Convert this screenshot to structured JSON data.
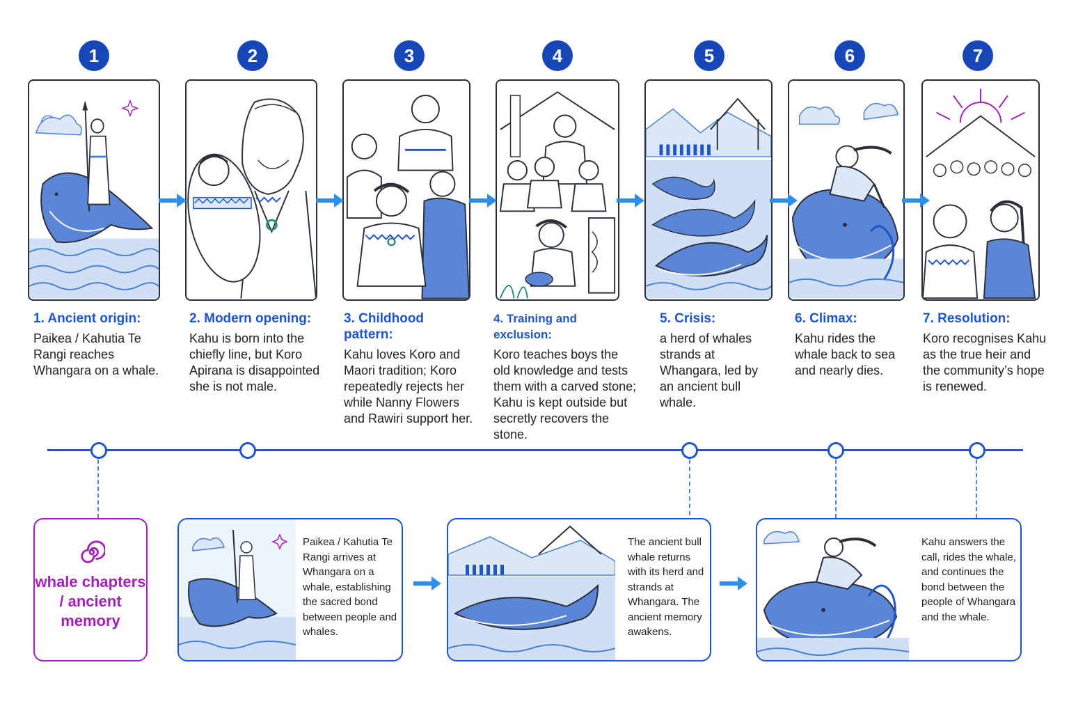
{
  "steps": [
    {
      "num": "1",
      "title": "1. Ancient origin:",
      "body": "Paikea / Kahutia Te Rangi reaches Whangara on a whale."
    },
    {
      "num": "2",
      "title": "2. Modern opening:",
      "body": "Kahu is born into the chiefly line, but Koro Apirana is disappointed she is not male."
    },
    {
      "num": "3",
      "title": "3. Childhood pattern:",
      "body": "Kahu loves Koro and Maori tradition; Koro repeatedly rejects her while Nanny Flowers and Rawiri support her."
    },
    {
      "num": "4",
      "title": "4. Training and exclusion:",
      "body": "Koro teaches boys the old knowledge and tests them with a carved stone; Kahu is kept outside but secretly recovers the stone."
    },
    {
      "num": "5",
      "title": "5. Crisis:",
      "body": "a herd of whales strands at Whangara, led by an ancient bull whale."
    },
    {
      "num": "6",
      "title": "6. Climax:",
      "body": "Kahu rides the whale back to sea and nearly dies."
    },
    {
      "num": "7",
      "title": "7. Resolution:",
      "body": "Koro recognises Kahu as the true heir and the community’s hope is renewed."
    }
  ],
  "legend": {
    "label": "whale chapters / ancient memory"
  },
  "whale_chapters": [
    {
      "text": "Paikea / Kahutia Te Rangi arrives at Whangara on a whale, establishing the sacred bond between people and whales."
    },
    {
      "text": "The ancient bull whale returns with its herd and strands at Whangara. The ancient memory awakens."
    },
    {
      "text": "Kahu answers the call, rides the whale, and continues the bond between the people of Whangara and the whale."
    }
  ],
  "colors": {
    "primary": "#1e55c8",
    "badge": "#1746b8",
    "accent": "#a020b8",
    "arrow": "#2f8fe8"
  }
}
